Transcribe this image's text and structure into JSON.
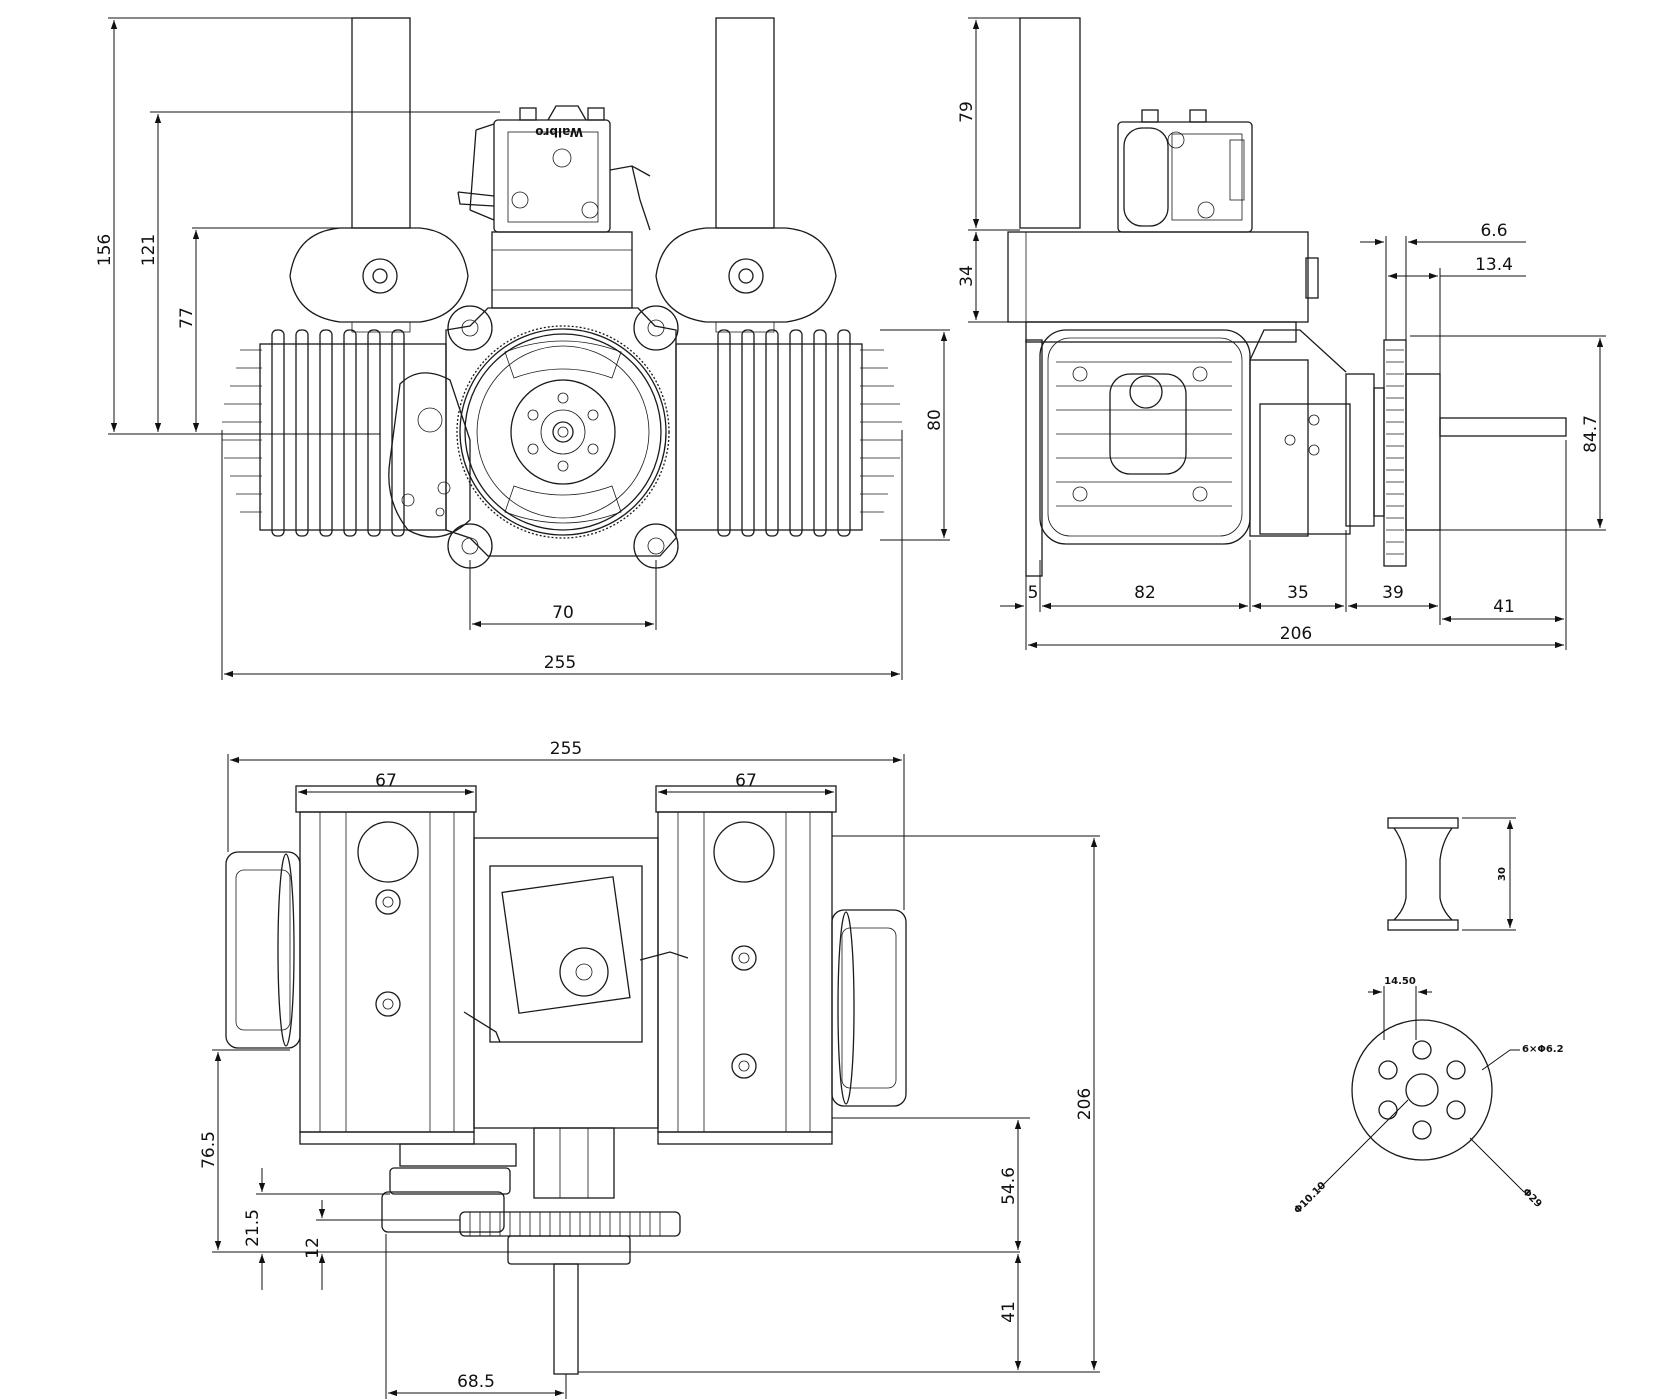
{
  "brand": "Walbro",
  "front_view": {
    "height_dims": [
      "156",
      "121",
      "77"
    ],
    "side_height": "80",
    "mount_spacing": "70",
    "overall_width": "255"
  },
  "side_view": {
    "top_height": "79",
    "mid_height": "34",
    "right_dims": [
      "6.6",
      "13.4"
    ],
    "flange_height": "84.7",
    "segments": [
      "5",
      "82",
      "35",
      "39",
      "41"
    ],
    "overall_length": "206"
  },
  "top_view": {
    "overall_width": "255",
    "cyl_left": "67",
    "cyl_right": "67",
    "left_dims": [
      "76.5",
      "21.5",
      "12"
    ],
    "right_dims": [
      "54.6",
      "41",
      "206"
    ],
    "shaft_offset": "68.5"
  },
  "detail": {
    "standoff_height": "30",
    "pcd_label": "14.50",
    "holes": "6×Φ6.2",
    "bore": "Φ10.10",
    "outer": "Φ29"
  }
}
